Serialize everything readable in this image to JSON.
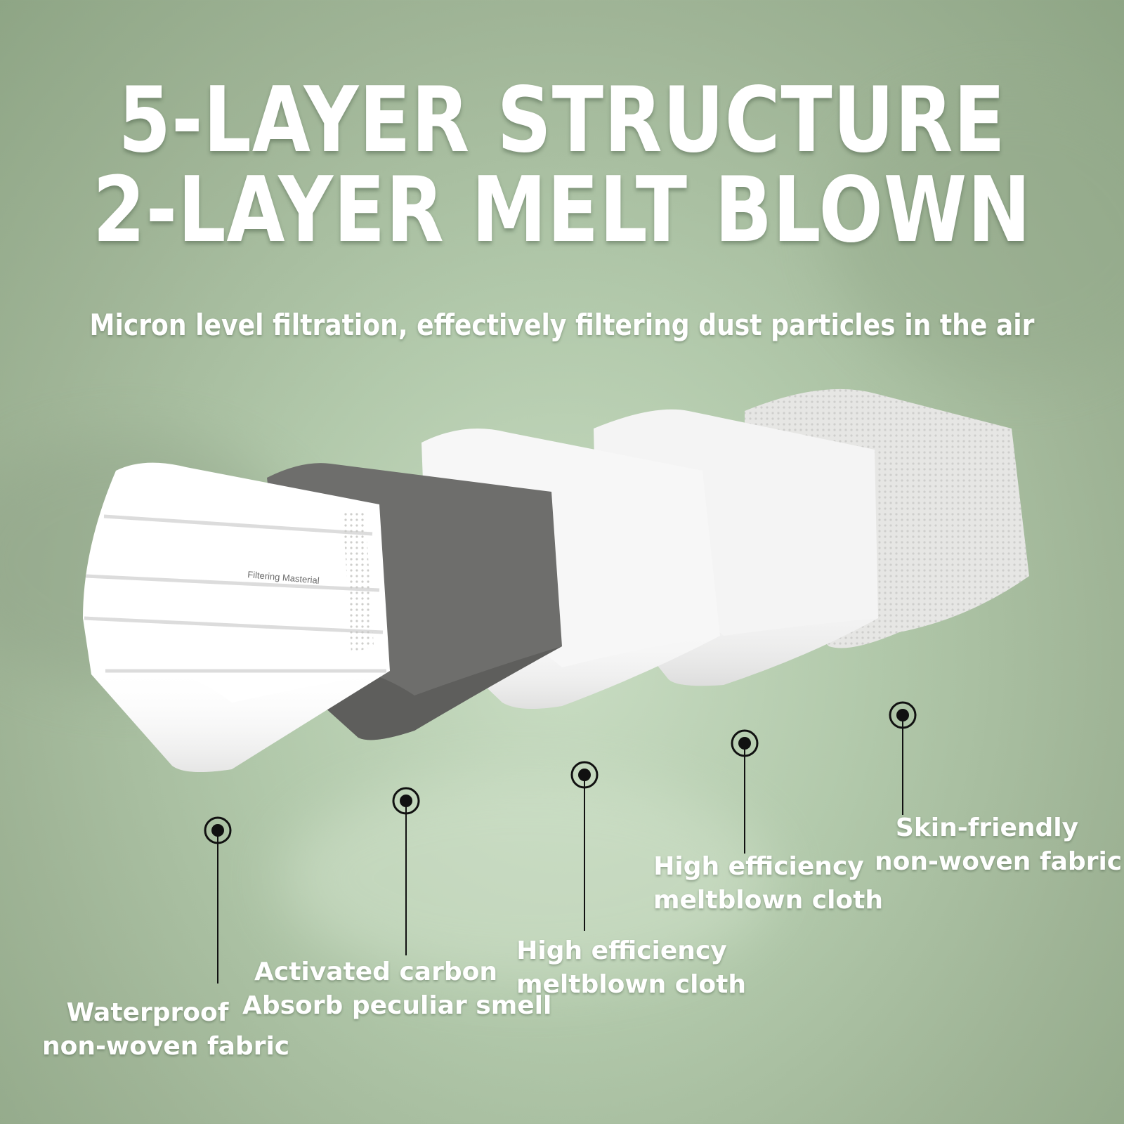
{
  "heading": {
    "line1": "5-LAYER STRUCTURE",
    "line2": "2-LAYER MELT BLOWN"
  },
  "subtitle": "Micron level filtration, effectively filtering dust particles in the air",
  "mask_print": "Filtering Masterial",
  "layers": [
    {
      "line1": "Waterproof",
      "line2": "non-woven fabric",
      "fill": "#ffffff"
    },
    {
      "line1": "Activated carbon",
      "line2": "Absorb peculiar smell",
      "fill": "#6e6e6c"
    },
    {
      "line1": "High efficiency",
      "line2": "meltblown cloth",
      "fill": "#f7f7f7"
    },
    {
      "line1": "High efficiency",
      "line2": "meltblown cloth",
      "fill": "#f4f4f4"
    },
    {
      "line1": "Skin-friendly",
      "line2": "non-woven fabric",
      "fill": "#e6e6e4"
    }
  ],
  "colors": {
    "background": "#b2c9ab",
    "text": "#ffffff",
    "marker": "#111111"
  }
}
